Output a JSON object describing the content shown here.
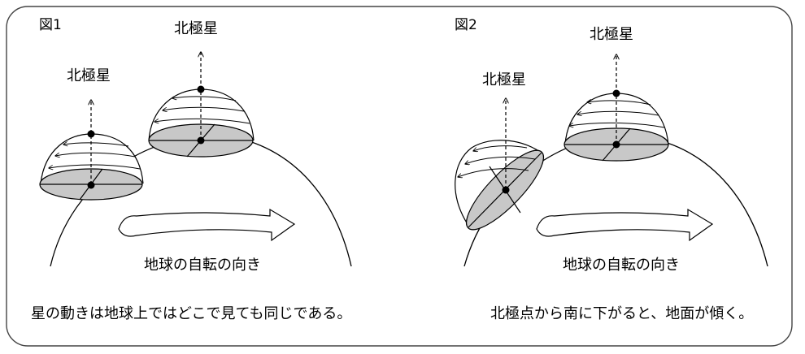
{
  "figure1": {
    "label": "図1",
    "star_label_left": "北極星",
    "star_label_right": "北極星",
    "rotation_label": "地球の自転の向き",
    "caption": "星の動きは地球上ではどこで見ても同じである。"
  },
  "figure2": {
    "label": "図2",
    "star_label_left": "北極星",
    "star_label_right": "北極星",
    "rotation_label": "地球の自転の向き",
    "caption": "北極点から南に下がると、地面が傾く。"
  },
  "colors": {
    "ground_fill": "#c8c8c8",
    "stroke": "#000000",
    "frame": "#444444"
  }
}
